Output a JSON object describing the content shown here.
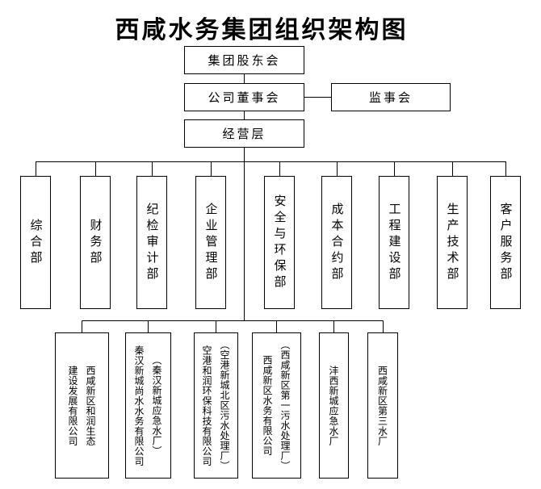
{
  "title": "西咸水务集团组织架构图",
  "governance": {
    "shareholders": "集团股东会",
    "board": "公司董事会",
    "supervisory": "监事会",
    "management": "经营层"
  },
  "departments": [
    "综合部",
    "财务部",
    "纪检审计部",
    "企业管理部",
    "安全与环保部",
    "成本合约部",
    "工程建设部",
    "生产技术部",
    "客户服务部"
  ],
  "subsidiaries": [
    {
      "label": "西咸新区和润生态建设发展有限公司",
      "columns": [
        "建设发展有限公司",
        "西咸新区和润生态"
      ]
    },
    {
      "label": "秦汉新城尚水水务有限公司（秦汉新城应急水厂）",
      "columns": [
        "秦汉新城尚水水务有限公司",
        "（秦汉新城应急水厂）"
      ]
    },
    {
      "label": "空港和润环保科技有限公司（空港新城北区污水处理厂）",
      "columns": [
        "空港和润环保科技有限公司",
        "（空港新城北区污水处理厂）"
      ]
    },
    {
      "label": "西咸新区水务有限公司（西咸新区第一污水处理厂）",
      "columns": [
        "西咸新区水务有限公司",
        "（西咸新区第一污水处理厂）"
      ]
    },
    {
      "label": "沣西新城应急水厂",
      "columns": [
        "沣西新城应急水厂"
      ]
    },
    {
      "label": "西咸新区第三水厂",
      "columns": [
        "西咸新区第三水厂"
      ]
    }
  ],
  "colors": {
    "line": "#000000",
    "background": "#ffffff",
    "text": "#000000"
  }
}
